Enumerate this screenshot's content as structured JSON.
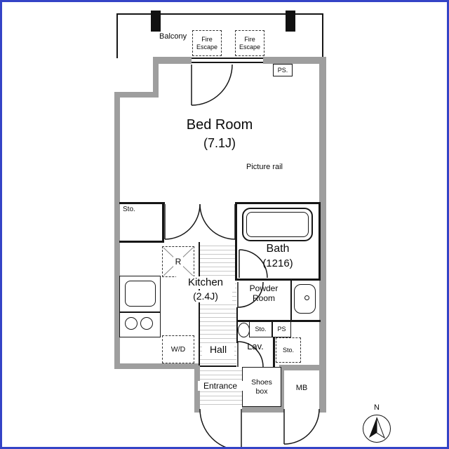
{
  "floorplan": {
    "balcony_label": "Balcony",
    "fire_escape_label": "Fire\nEscape",
    "ps_top_label": "PS.",
    "bedroom_name": "Bed Room",
    "bedroom_size": "(7.1J)",
    "picture_rail_label": "Picture rail",
    "storage_label": "Sto.",
    "refrigerator_label": "R",
    "kitchen_name": "Kitchen",
    "kitchen_size": "(2.4J)",
    "bath_name": "Bath",
    "bath_size": "(1216)",
    "powder_room_label": "Powder\nRoom",
    "storage_small_label": "Sto.",
    "ps_small_label": "PS",
    "lavatory_label": "Lav.",
    "storage_dashed_label": "Sto.",
    "washer_dryer_label": "W/D",
    "hall_label": "Hall",
    "entrance_label": "Entrance",
    "shoes_box_label": "Shoes\nbox",
    "meter_box_label": "MB",
    "compass_label": "N"
  },
  "colors": {
    "wall": "#9e9e9e",
    "line": "#161616",
    "frame": "#3444c6"
  }
}
